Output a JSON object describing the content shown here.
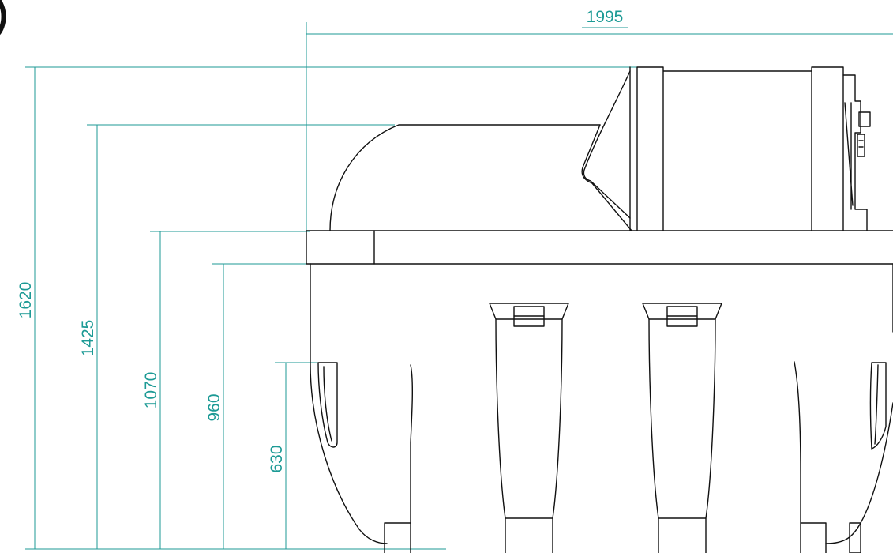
{
  "drawing": {
    "dimensions": {
      "total_length": "1995",
      "total_height": "1620",
      "dome_height": "1425",
      "deck_height": "1070",
      "body_height": "960",
      "foot_height": "630"
    },
    "colors": {
      "dimension": "#1c9a95",
      "outline": "#111111",
      "background": "#ffffff"
    }
  }
}
